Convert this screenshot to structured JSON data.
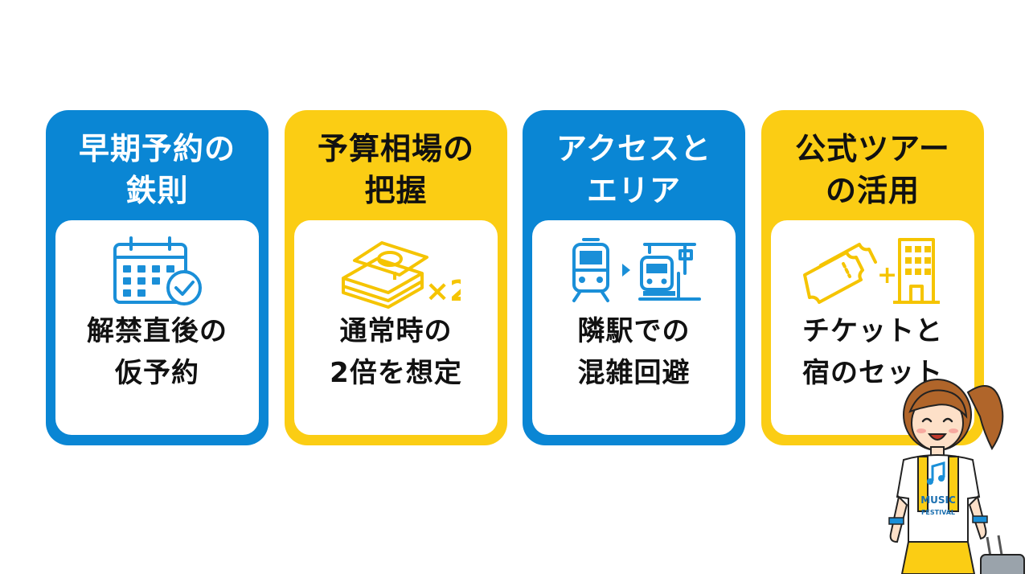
{
  "colors": {
    "blue": "#0a86d4",
    "yellow": "#fbcd14",
    "icon_blue": "#1a8fd8",
    "icon_yellow": "#f5c400",
    "text_dark": "#111111"
  },
  "cards": [
    {
      "theme": "blue",
      "title_lines": [
        "早期予約の",
        "鉄則"
      ],
      "icon": "calendar-check-icon",
      "body_lines": [
        "解禁直後の",
        "仮予約"
      ]
    },
    {
      "theme": "yellow",
      "title_lines": [
        "予算相場の",
        "把握"
      ],
      "icon": "money-stack-icon",
      "icon_label": "×2",
      "body_lines": [
        "通常時の",
        "2倍を想定"
      ]
    },
    {
      "theme": "blue",
      "title_lines": [
        "アクセスと",
        "エリア"
      ],
      "icon": "train-to-station-icon",
      "body_lines": [
        "隣駅での",
        "混雑回避"
      ]
    },
    {
      "theme": "yellow",
      "title_lines": [
        "公式ツアー",
        "の活用"
      ],
      "icon": "ticket-plus-hotel-icon",
      "icon_label": "+",
      "body_lines": [
        "チケットと",
        "宿のセット"
      ]
    }
  ],
  "mascot": {
    "shirt_line1": "MUSIC",
    "shirt_line2": "FESTIVAL"
  }
}
